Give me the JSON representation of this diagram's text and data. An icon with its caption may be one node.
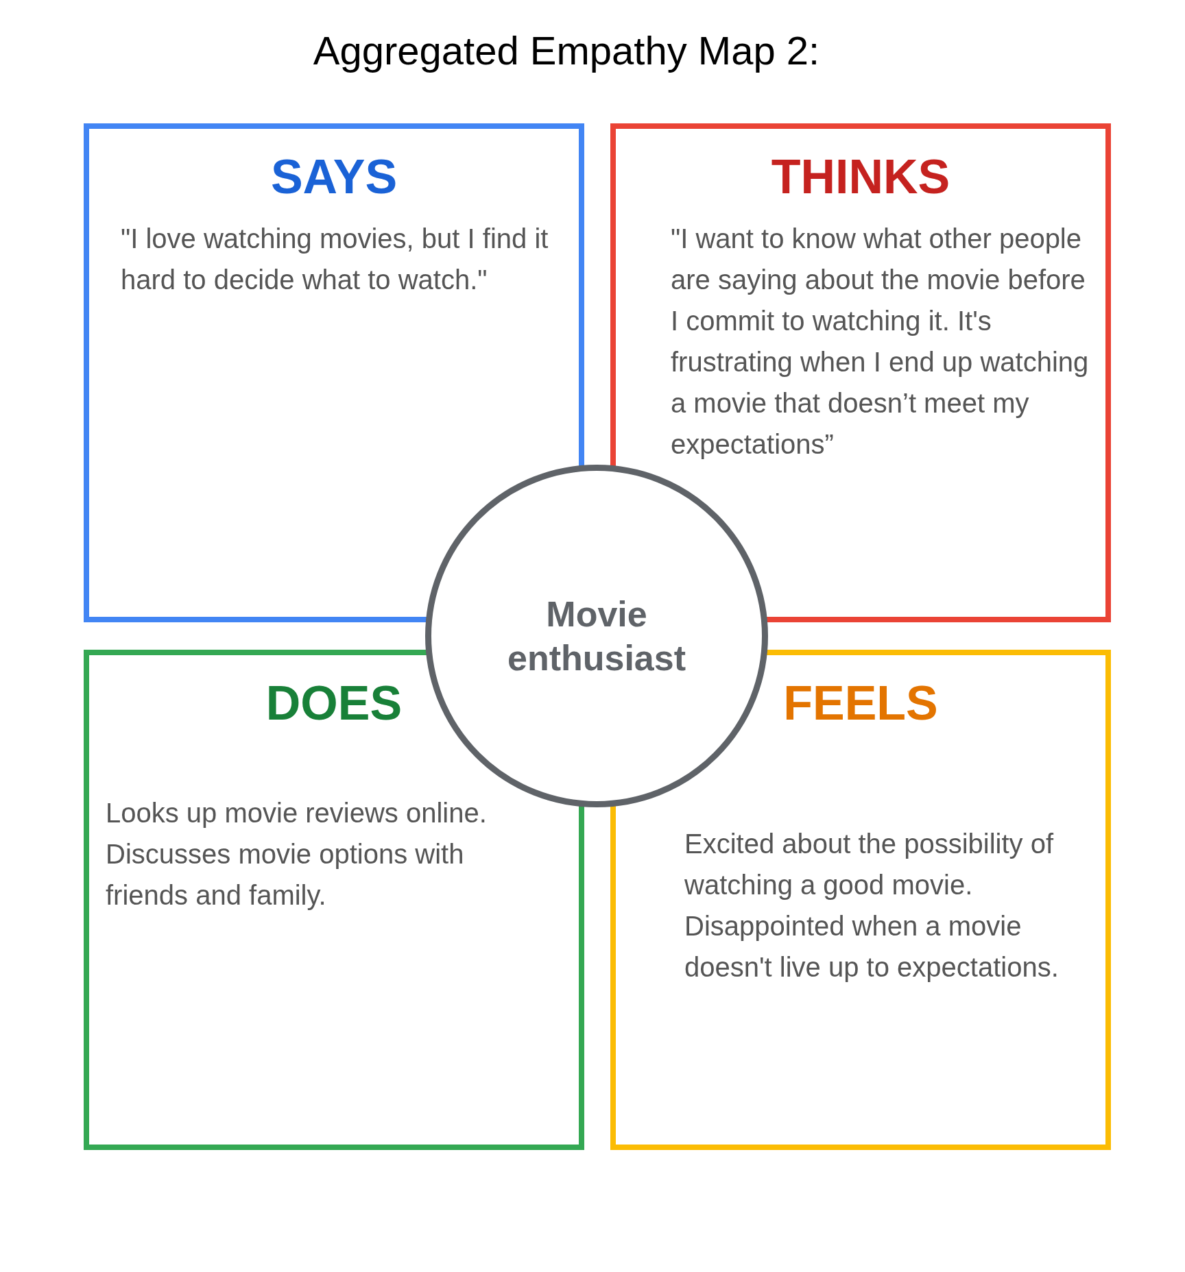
{
  "diagram": {
    "title": "Aggregated Empathy Map 2:",
    "nodes": [
      {
        "text": [
          "SAYS",
          "\"I love watching movies, but I find it hard to decide what to watch.\""
        ]
      },
      {
        "text": [
          "THINKS",
          "\"I want to know what other people are saying about the movie before I commit to watching it. It's frustrating when I end up watching a movie that doesn’t meet my expectations”"
        ]
      },
      {
        "text": [
          "DOES",
          "Looks up movie reviews online. Discusses movie options with friends and family."
        ]
      },
      {
        "text": [
          "FEELS",
          "Excited about the possibility of watching a good movie. Disappointed when a movie doesn't live up to expectations."
        ]
      },
      {
        "text": [
          "Movie enthusiast"
        ]
      }
    ],
    "edges": []
  }
}
